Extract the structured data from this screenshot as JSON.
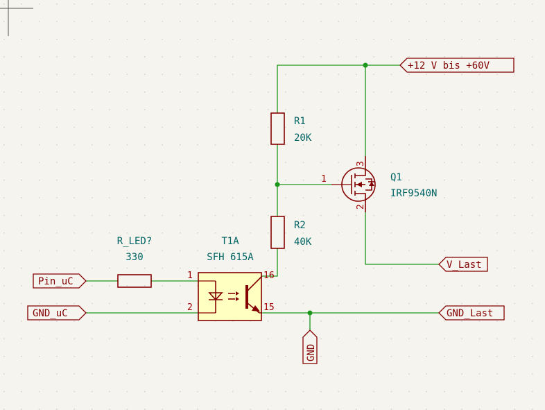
{
  "components": {
    "r1": {
      "ref": "R1",
      "value": "20K"
    },
    "r2": {
      "ref": "R2",
      "value": "40K"
    },
    "rled": {
      "ref": "R_LED?",
      "value": "330"
    },
    "q1": {
      "ref": "Q1",
      "value": "IRF9540N",
      "pins": {
        "gate": "1",
        "drain": "2",
        "source": "3"
      }
    },
    "t1": {
      "ref": "T1A",
      "value": "SFH 615A",
      "pins": {
        "anode": "1",
        "cathode": "2",
        "collector": "16",
        "emitter": "15"
      }
    }
  },
  "net_labels": {
    "supply": "+12 V bis +60V",
    "v_last": "V_Last",
    "gnd_last": "GND_Last",
    "pin_uc": "Pin_uC",
    "gnd_uc": "GND_uC",
    "gnd": "GND"
  },
  "colors": {
    "background": "#f5f4ef",
    "wire": "#1a961a",
    "symbol": "#840000",
    "pin_number": "#a00000",
    "reference": "#006464",
    "body_fill": "#ffffc2",
    "grid_dot": "#c8c6bd"
  }
}
